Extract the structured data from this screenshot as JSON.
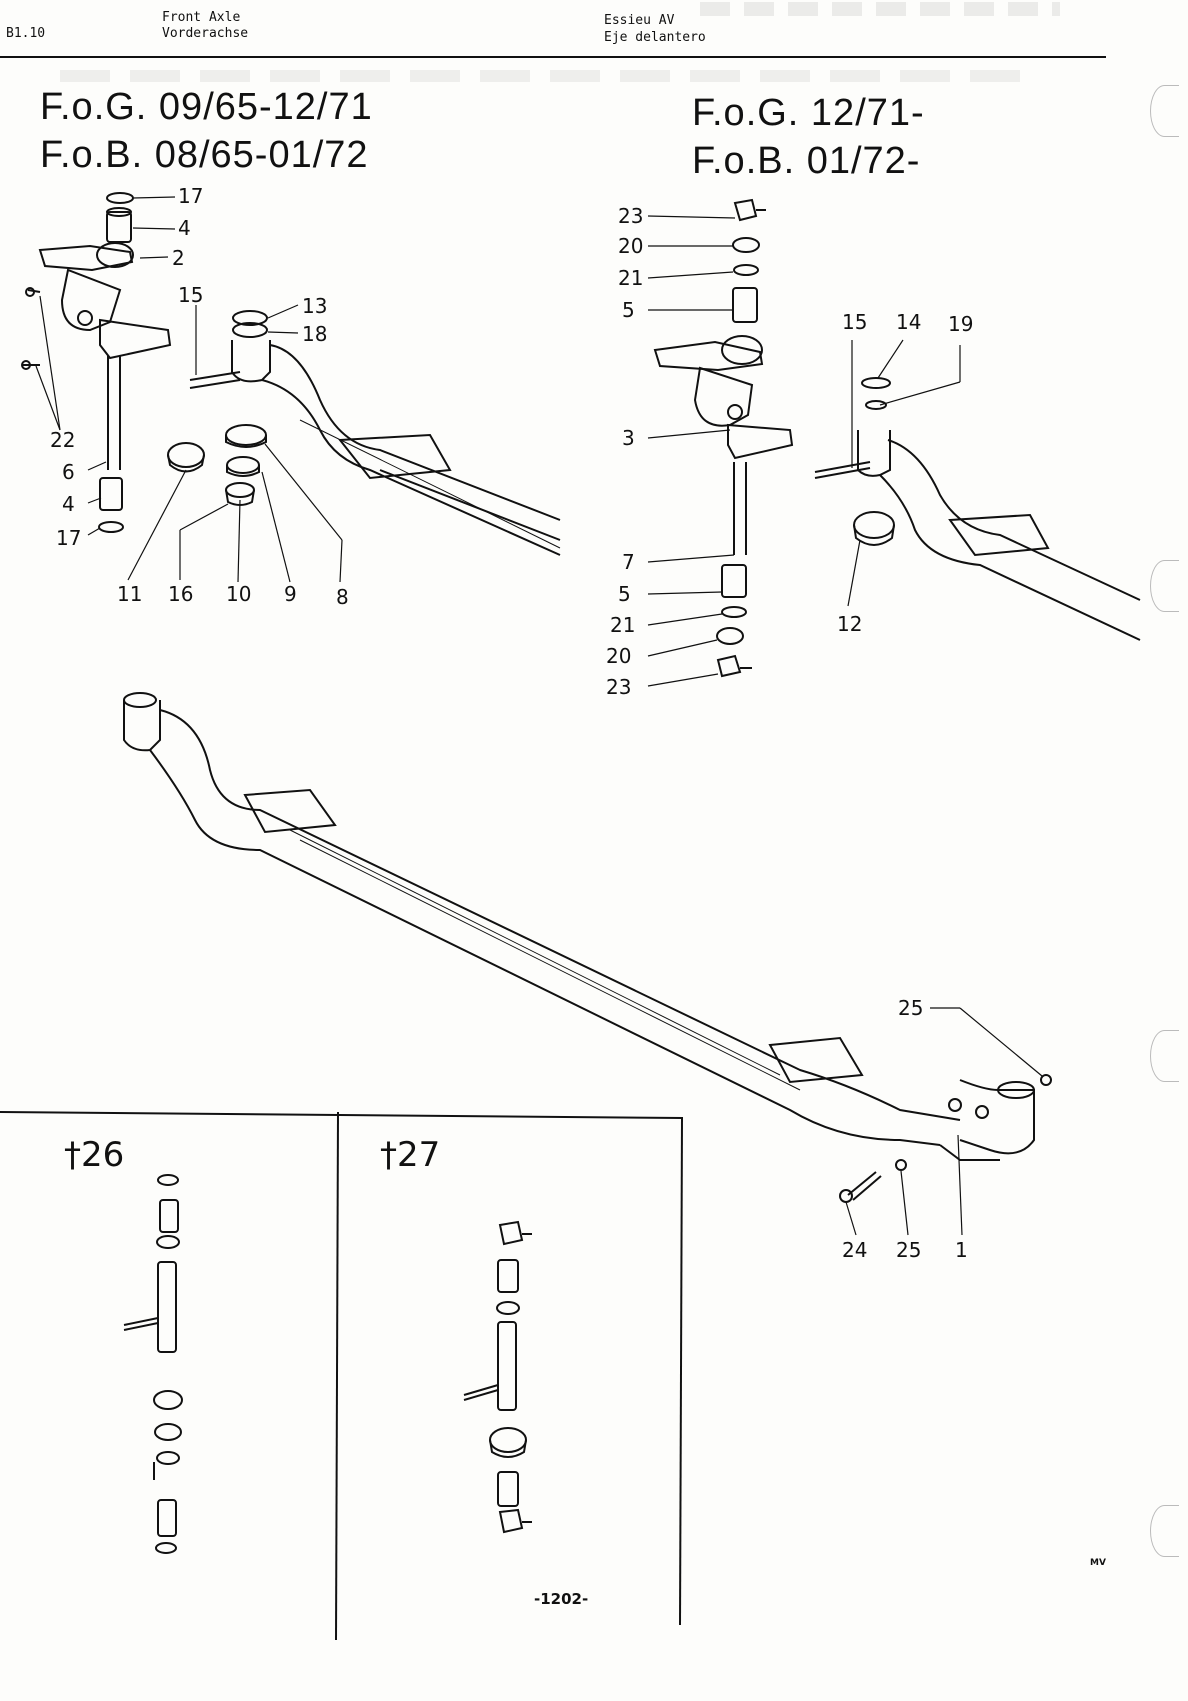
{
  "header": {
    "section_code": "B1.10",
    "title_en": "Front Axle",
    "title_de": "Vorderachse",
    "title_fr": "Essieu AV",
    "title_es": "Eje delantero"
  },
  "left_diagram": {
    "title_line1": "F.o.G. 09/65-12/71",
    "title_line2": "F.o.B. 08/65-01/72",
    "callouts": [
      "17",
      "4",
      "2",
      "15",
      "13",
      "18",
      "22",
      "6",
      "4",
      "17",
      "11",
      "16",
      "10",
      "9",
      "8"
    ]
  },
  "right_diagram": {
    "title_line1": "F.o.G. 12/71-",
    "title_line2": "F.o.B. 01/72-",
    "callouts": [
      "23",
      "20",
      "21",
      "5",
      "15",
      "14",
      "19",
      "3",
      "7",
      "5",
      "21",
      "20",
      "23",
      "12"
    ]
  },
  "axle_diagram": {
    "callouts": [
      "25",
      "24",
      "25",
      "1"
    ]
  },
  "kits": {
    "kit_26_label": "†26",
    "kit_27_label": "†27"
  },
  "footer": {
    "page_number": "-1202-",
    "initials": "MV"
  }
}
